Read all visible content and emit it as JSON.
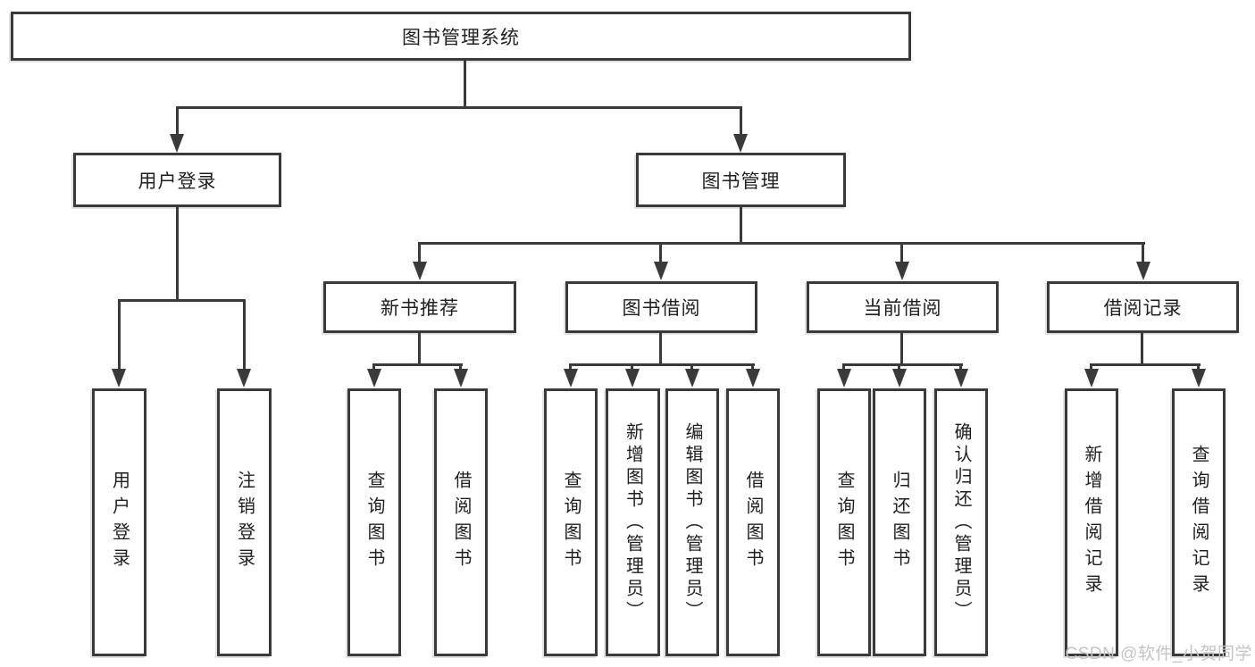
{
  "colors": {
    "line": "#3a3a3a",
    "box_border": "#3a3a3a",
    "text": "#1f1f1f",
    "background": "#ffffff",
    "watermark": "#c3c4c8"
  },
  "nodes": {
    "root": {
      "label": "图书管理系统"
    },
    "user_login": {
      "label": "用户登录"
    },
    "book_mgmt": {
      "label": "图书管理"
    },
    "new_book_rec": {
      "label": "新书推荐"
    },
    "book_borrow": {
      "label": "图书借阅"
    },
    "current_borrow": {
      "label": "当前借阅"
    },
    "borrow_records": {
      "label": "借阅记录"
    },
    "leaf_user_login": {
      "label": "用户登录"
    },
    "leaf_logout": {
      "label": "注销登录"
    },
    "leaf_nb_query": {
      "label": "查询图书"
    },
    "leaf_nb_borrow": {
      "label": "借阅图书"
    },
    "leaf_bb_query": {
      "label": "查询图书"
    },
    "leaf_bb_add": {
      "label": "新增图书（管理员）"
    },
    "leaf_bb_edit": {
      "label": "编辑图书（管理员）"
    },
    "leaf_bb_borrow": {
      "label": "借阅图书"
    },
    "leaf_cb_query": {
      "label": "查询图书"
    },
    "leaf_cb_return": {
      "label": "归还图书"
    },
    "leaf_cb_confirm": {
      "label": "确认归还（管理员）"
    },
    "leaf_br_add": {
      "label": "新增借阅记录"
    },
    "leaf_br_query": {
      "label": "查询借阅记录"
    }
  },
  "watermark": "CSDN @软件_小贺同学"
}
